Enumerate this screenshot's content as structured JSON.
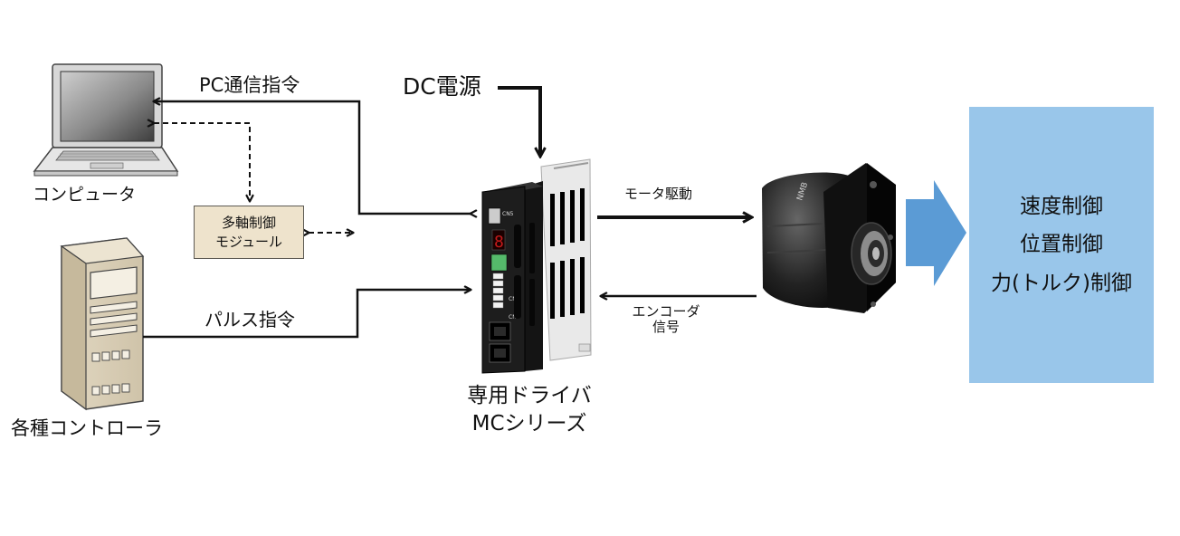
{
  "labels": {
    "pc_command": "PC通信指令",
    "dc_power": "DC電源",
    "computer": "コンピュータ",
    "pulse_command": "パルス指令",
    "controllers": "各種コントローラ",
    "motor_drive": "モータ駆動",
    "encoder_signal": [
      "エンコーダ",
      "信号"
    ],
    "driver": [
      "専用ドライバ",
      "MCシリーズ"
    ]
  },
  "module_box": {
    "lines": [
      "多軸制御",
      "モジュール"
    ]
  },
  "result_box": {
    "lines": [
      "速度制御",
      "位置制御",
      "力(トルク)制御"
    ]
  },
  "colors": {
    "result_fill": "#99c6ea",
    "result_arrow": "#5b9bd5",
    "module_fill": "#eee3cc"
  },
  "icons": [
    "laptop-icon",
    "tower-controller-icon",
    "driver-unit-image",
    "motor-image"
  ]
}
